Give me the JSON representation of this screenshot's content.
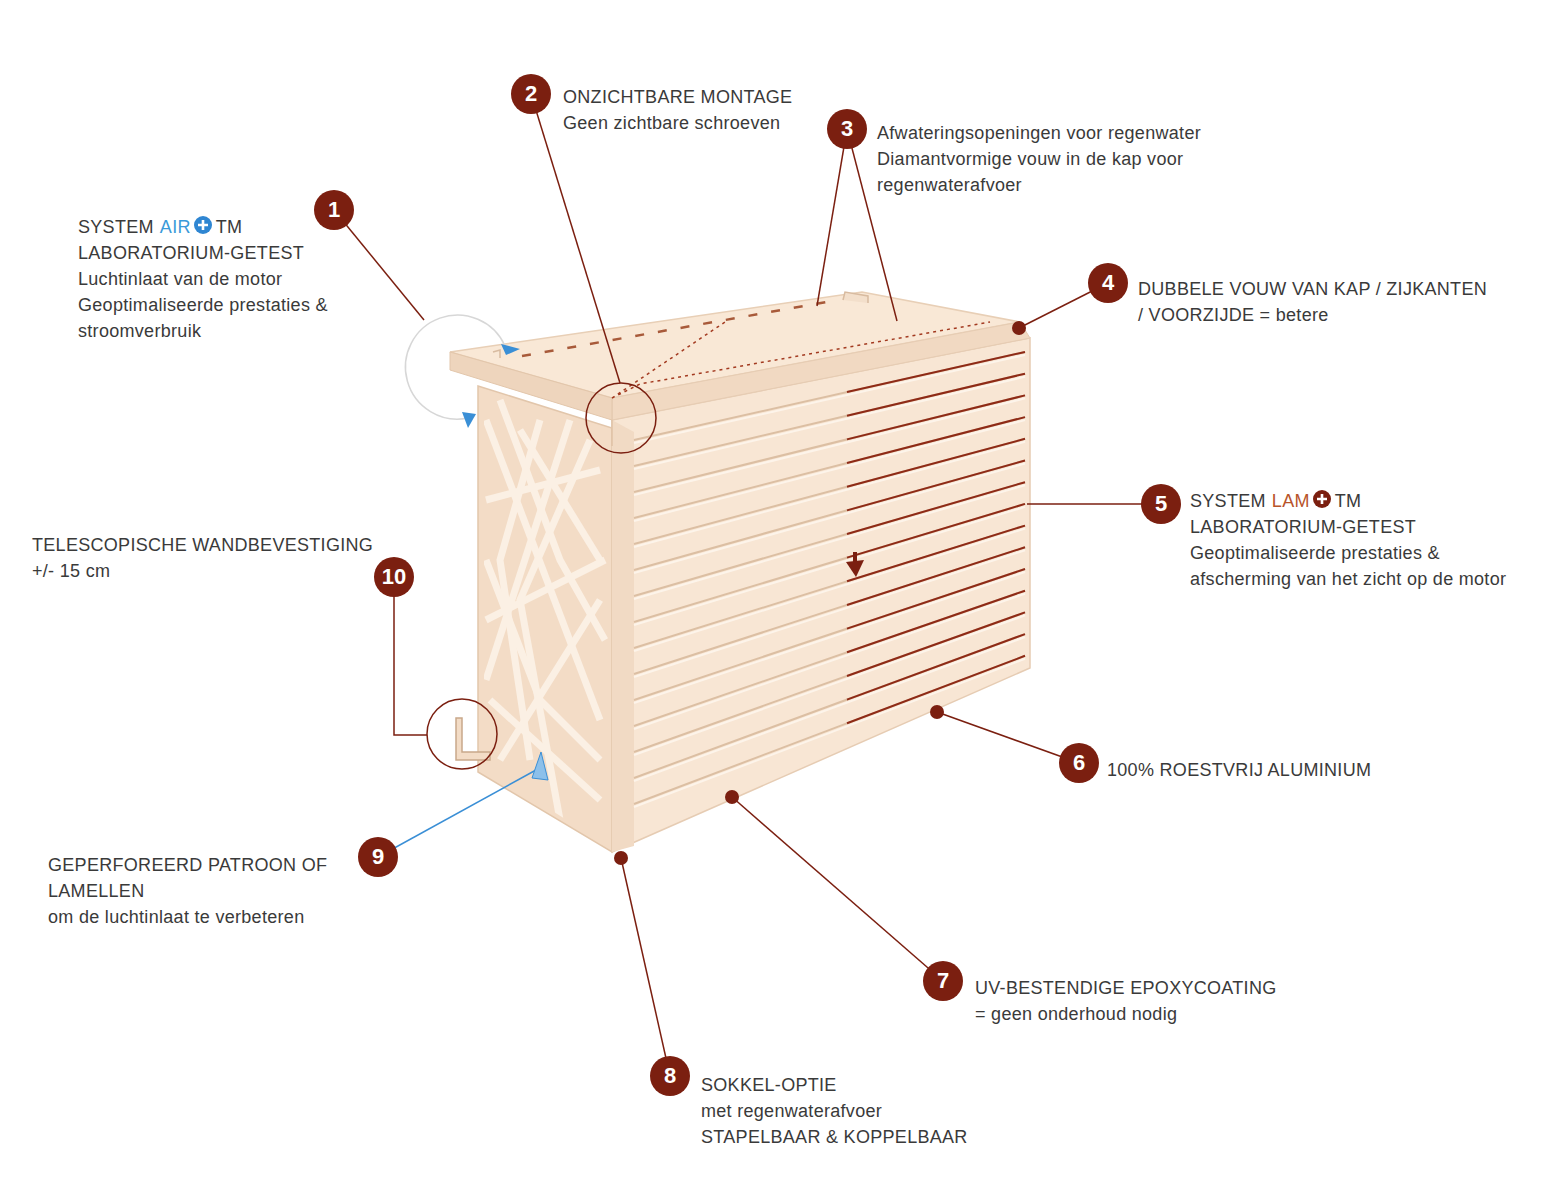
{
  "diagram": {
    "nodes": [
      {
        "text": [
          "1",
          "SYSTEM",
          "AIR",
          "TM",
          "LABORATORIUM-GETEST",
          "Luchtinlaat van de motor",
          "Geoptimaliseerde prestaties & stroomverbruik"
        ]
      },
      {
        "text": [
          "2",
          "ONZICHTBARE MONTAGE",
          "Geen zichtbare schroeven"
        ]
      },
      {
        "text": [
          "3",
          "Afwateringsopeningen voor regenwater",
          "Diamantvormige vouw in de kap voor regenwaterafvoer"
        ]
      },
      {
        "text": [
          "4",
          "DUBBELE VOUW VAN KAP / ZIJKANTEN / VOORZIJDE = betere"
        ]
      },
      {
        "text": [
          "5",
          "SYSTEM",
          "LAM",
          "TM",
          "LABORATORIUM-GETEST",
          "Geoptimaliseerde prestaties & afscherming van het zicht op de motor"
        ]
      },
      {
        "text": [
          "6",
          "100% ROESTVRIJ ALUMINIUM"
        ]
      },
      {
        "text": [
          "7",
          "UV-BESTENDIGE EPOXYCOATING",
          "= geen onderhoud nodig"
        ]
      },
      {
        "text": [
          "8",
          "SOKKEL-OPTIE",
          "met regenwaterafvoer",
          "STAPELBAAR & KOPPELBAAR"
        ]
      },
      {
        "text": [
          "9",
          "GEPERFOREERD PATROON OF LAMELLEN",
          "om de luchtinlaat te verbeteren"
        ]
      },
      {
        "text": [
          "10",
          "TELESCOPISCHE WANDBEVESTIGING",
          "+/- 15 cm"
        ]
      }
    ]
  }
}
